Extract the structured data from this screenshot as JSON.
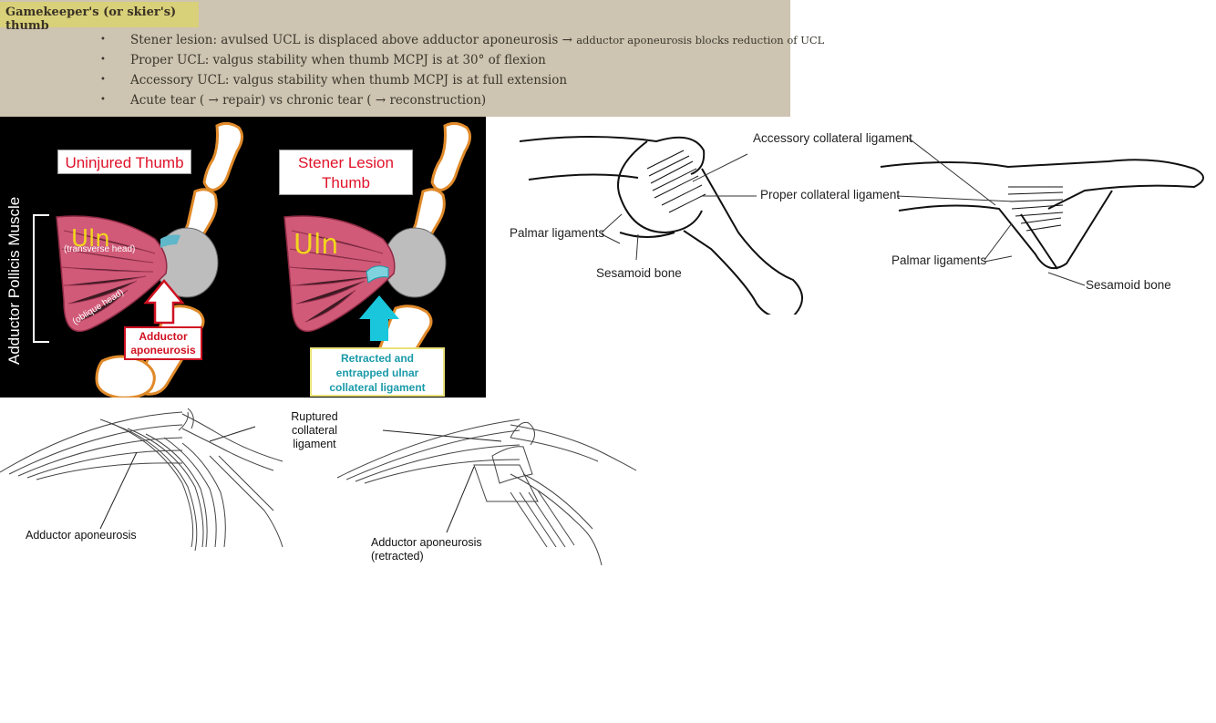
{
  "notes": {
    "title": "Gamekeeper's (or skier's) thumb",
    "bullets": [
      {
        "main": "Stener lesion: avulsed UCL is displaced above adductor aponeurosis → ",
        "small": "adductor aponeurosis blocks reduction of UCL"
      },
      {
        "main": "Proper UCL: valgus stability when thumb MCPJ is at 30° of flexion",
        "small": ""
      },
      {
        "main": "Accessory UCL: valgus stability when thumb MCPJ is at full extension",
        "small": ""
      },
      {
        "main": "Acute tear ( → repair) vs chronic tear ( → reconstruction)",
        "small": ""
      }
    ],
    "bullet_glyph": "•"
  },
  "stener_figure": {
    "uninjured_title": "Uninjured Thumb",
    "stener_title_line1": "Stener Lesion",
    "stener_title_line2": "Thumb",
    "vertical_label": "Adductor Pollicis Muscle",
    "uln_mark": "Uln",
    "transverse_head": "(transverse head)",
    "oblique_head": "(oblique head)",
    "adductor_line1": "Adductor",
    "adductor_line2": "aponeurosis",
    "retract_line1": "Retracted and",
    "retract_line2": "entrapped ulnar",
    "retract_line3": "collateral ligament",
    "colors": {
      "title_red": "#e0122a",
      "muscle": "#d05a78",
      "retract_teal": "#1a9aa8",
      "arrow_cyan": "#19c6dc",
      "uln_yellow": "#f2d61d"
    }
  },
  "ligament_figure": {
    "accessory": "Accessory collateral ligament",
    "proper": "Proper collateral ligament",
    "palmar_left": "Palmar ligaments",
    "sesamoid_left": "Sesamoid bone",
    "palmar_right": "Palmar ligaments",
    "sesamoid_right": "Sesamoid bone"
  },
  "aponeurosis_figure": {
    "ruptured_line1": "Ruptured collateral",
    "ruptured_line2": "ligament",
    "adductor_left": "Adductor aponeurosis",
    "adductor_right_line1": "Adductor aponeurosis",
    "adductor_right_line2": "(retracted)"
  }
}
